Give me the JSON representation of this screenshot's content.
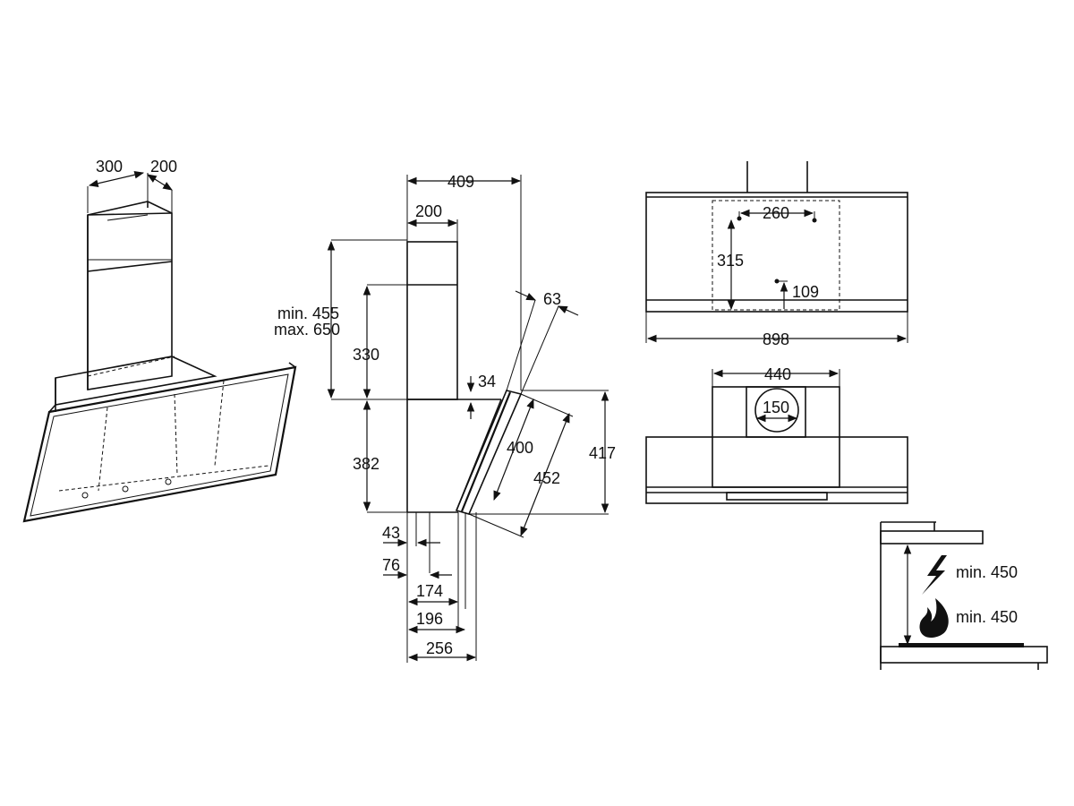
{
  "perspective": {
    "width": "300",
    "depth": "200"
  },
  "side": {
    "overall_depth": "409",
    "chimney_depth": "200",
    "height_range_min": "min. 455",
    "height_range_max": "max. 650",
    "upper_chimney": "330",
    "body_height": "382",
    "gap": "34",
    "glass_thickness": "63",
    "glass_inner": "400",
    "glass_outer": "452",
    "front_height": "417",
    "off1": "43",
    "off2": "76",
    "w1": "174",
    "w2": "196",
    "w3": "256"
  },
  "top_view": {
    "hole_spacing": "260",
    "vertical": "315",
    "small_offset": "109",
    "width": "898"
  },
  "front_view": {
    "outlet_width": "440",
    "duct_diameter": "150"
  },
  "clearance": {
    "electric": "min. 450",
    "gas": "min. 450"
  }
}
